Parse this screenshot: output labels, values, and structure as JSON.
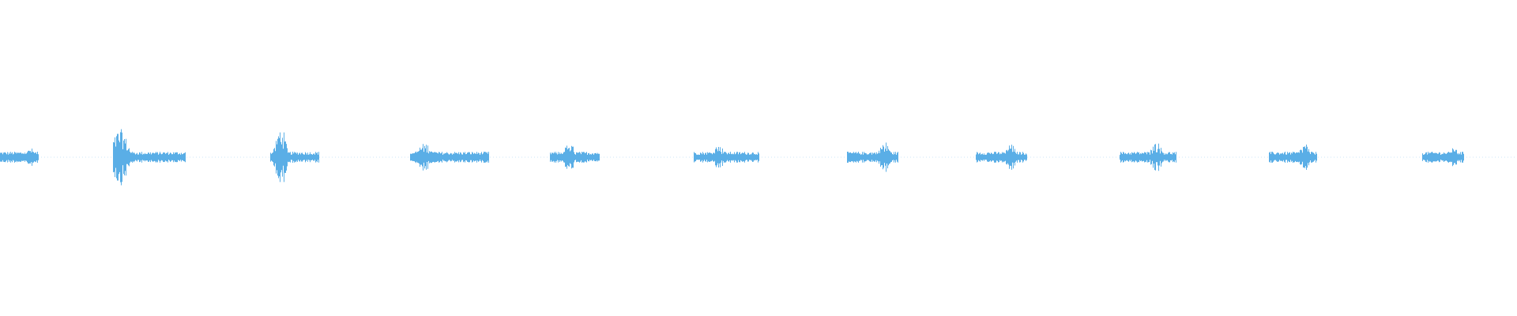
{
  "waveform": {
    "color": "#5aaee6",
    "background": "#ffffff",
    "bursts": [
      {
        "start": 0.0,
        "end": 0.025,
        "peak": 0.02,
        "amp": 0.06
      },
      {
        "start": 0.074,
        "end": 0.122,
        "peak": 0.079,
        "amp": 0.18
      },
      {
        "start": 0.178,
        "end": 0.21,
        "peak": 0.185,
        "amp": 0.2
      },
      {
        "start": 0.27,
        "end": 0.322,
        "peak": 0.28,
        "amp": 0.09
      },
      {
        "start": 0.362,
        "end": 0.395,
        "peak": 0.375,
        "amp": 0.1
      },
      {
        "start": 0.457,
        "end": 0.5,
        "peak": 0.473,
        "amp": 0.08
      },
      {
        "start": 0.558,
        "end": 0.592,
        "peak": 0.583,
        "amp": 0.1
      },
      {
        "start": 0.643,
        "end": 0.677,
        "peak": 0.666,
        "amp": 0.09
      },
      {
        "start": 0.738,
        "end": 0.775,
        "peak": 0.762,
        "amp": 0.1
      },
      {
        "start": 0.836,
        "end": 0.868,
        "peak": 0.86,
        "amp": 0.09
      },
      {
        "start": 0.937,
        "end": 0.965,
        "peak": 0.958,
        "amp": 0.07
      }
    ]
  }
}
